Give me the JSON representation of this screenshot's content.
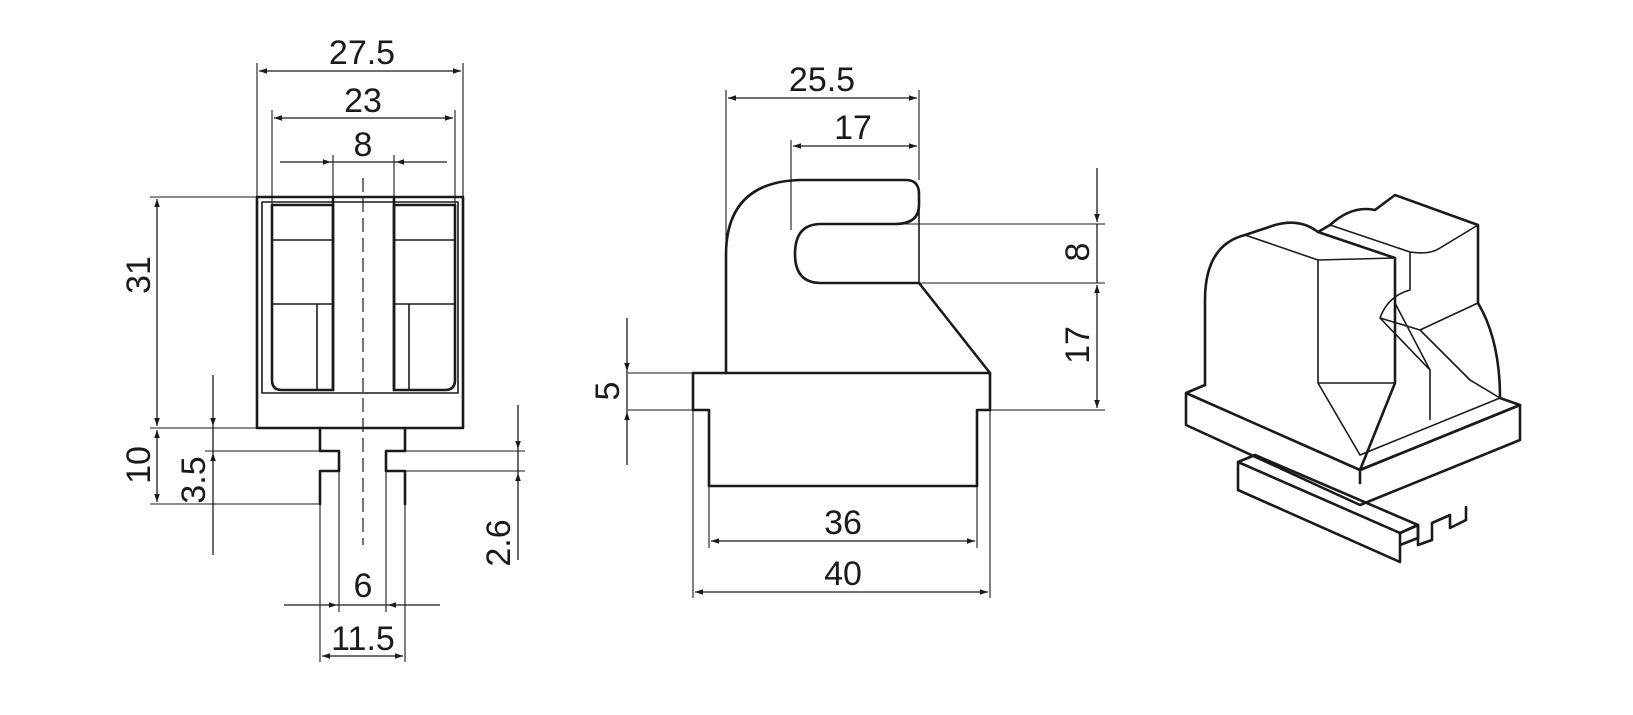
{
  "front_view": {
    "width_outer": "27.5",
    "width_inner": "23",
    "slot_width": "8",
    "height": "31",
    "foot_height": "10",
    "groove_offset": "3.5",
    "groove_depth": "2.6",
    "stem_width": "6",
    "foot_width": "11.5"
  },
  "side_view": {
    "hook_width": "25.5",
    "hook_inner": "17",
    "hook_opening": "8",
    "hook_height": "17",
    "base_height": "5",
    "base_inner": "36",
    "base_outer": "40"
  }
}
